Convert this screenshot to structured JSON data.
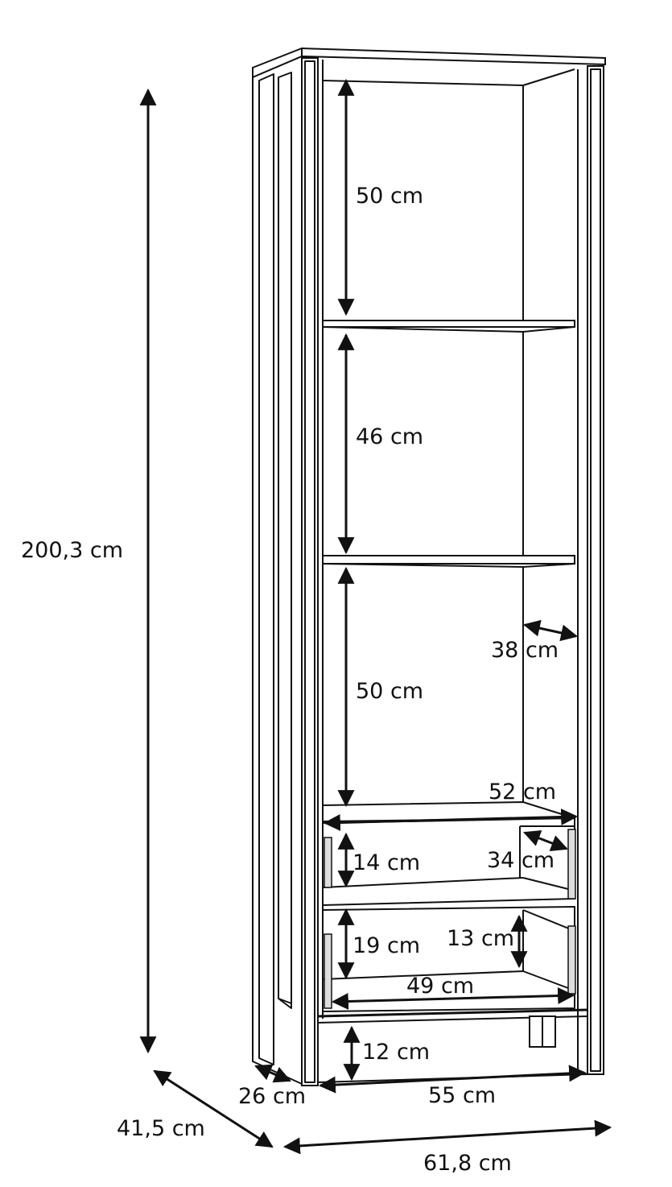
{
  "dimensions": {
    "height_total": "200,3 cm",
    "depth_total": "41,5 cm",
    "width_total": "61,8 cm",
    "inner_width": "55 cm",
    "side_depth": "26 cm",
    "plinth_height": "12 cm",
    "shelf_top_gap": "50 cm",
    "shelf_middle_gap": "46 cm",
    "shelf_lower_gap": "50 cm",
    "inner_depth": "38 cm",
    "drawer_width": "52 cm",
    "drawer_upper_height": "14 cm",
    "drawer_depth": "34 cm",
    "drawer_lower_height": "19 cm",
    "drawer_inner_height": "13 cm",
    "drawer_inner_width": "49 cm"
  },
  "colors": {
    "line": "#111111",
    "background": "#ffffff"
  }
}
